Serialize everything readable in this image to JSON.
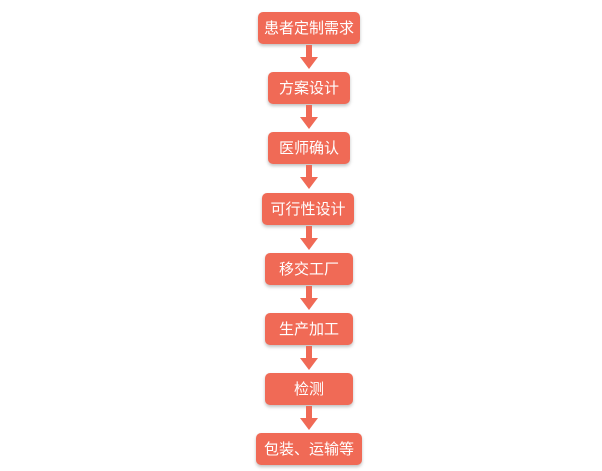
{
  "colors": {
    "step_fill": "#f06a56",
    "step_text": "#ffffff",
    "arrow": "#f06a56"
  },
  "steps": [
    {
      "label": "患者定制需求"
    },
    {
      "label": "方案设计"
    },
    {
      "label": "医师确认"
    },
    {
      "label": "可行性设计"
    },
    {
      "label": "移交工厂"
    },
    {
      "label": "生产加工"
    },
    {
      "label": "检测"
    },
    {
      "label": "包装、运输等"
    }
  ]
}
